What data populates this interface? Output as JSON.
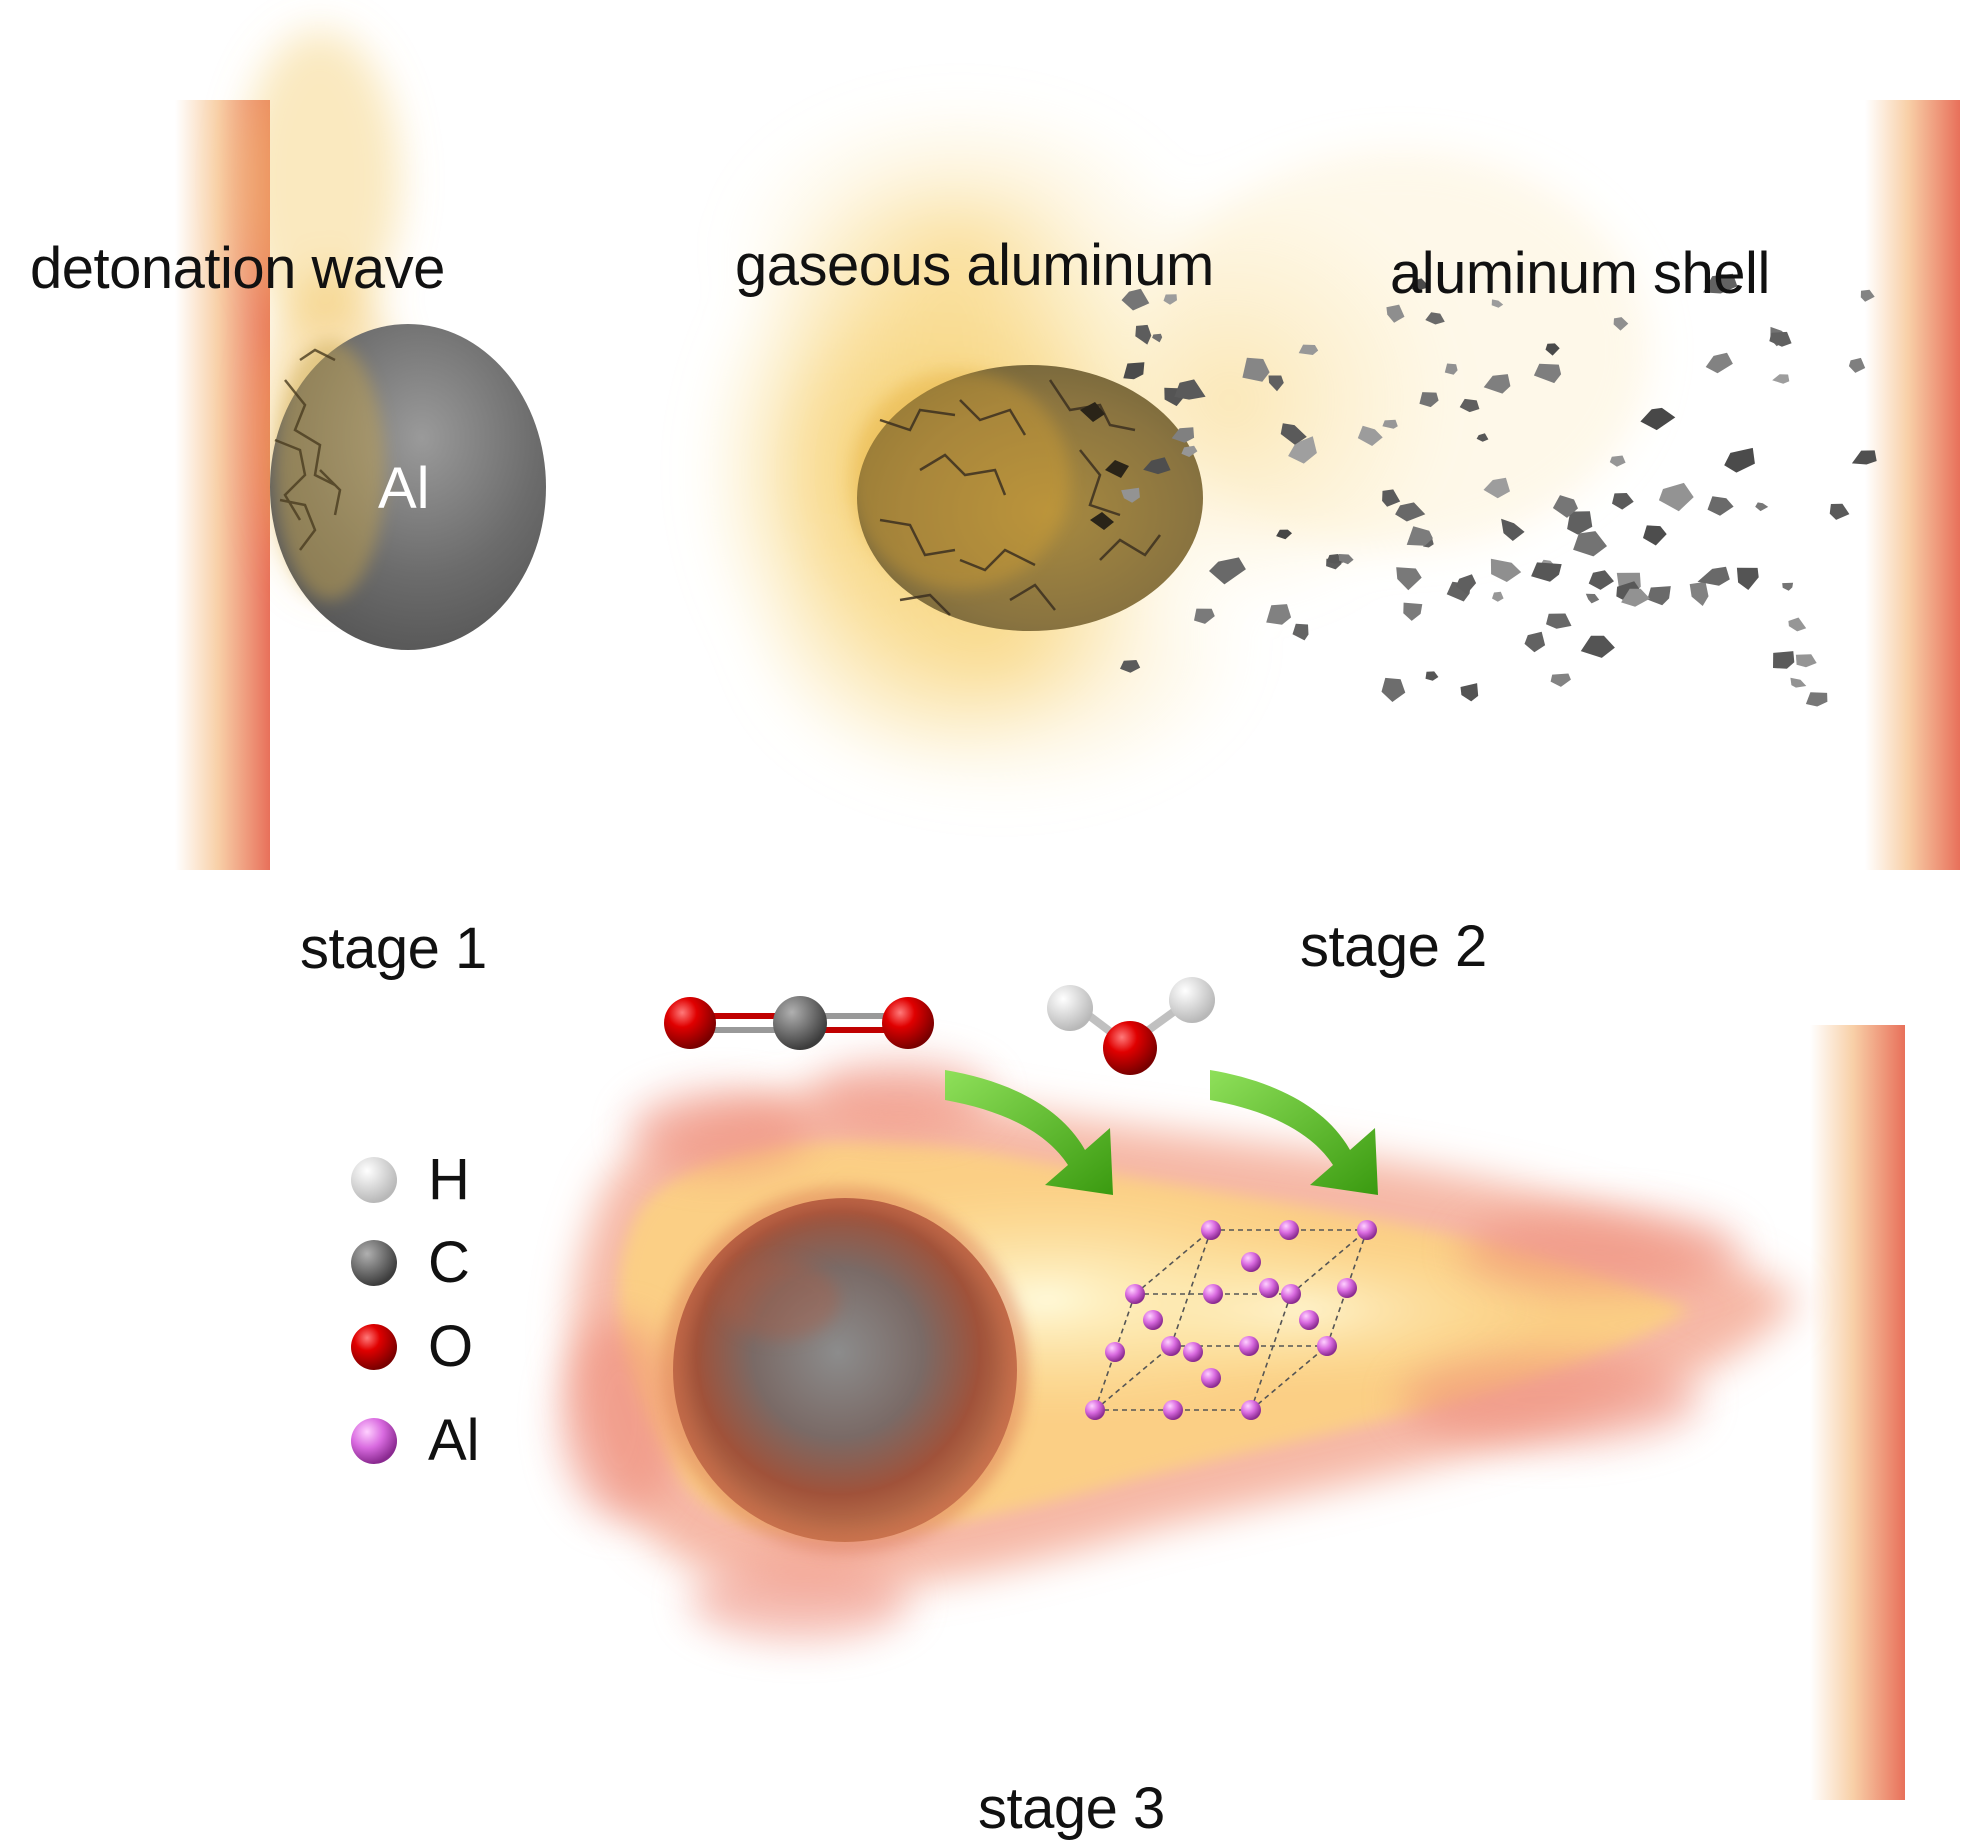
{
  "labels": {
    "detonation_wave": "detonation wave",
    "gaseous_aluminum": "gaseous aluminum",
    "aluminum_shell": "aluminum shell",
    "particle_al": "Al",
    "stage1": "stage 1",
    "stage2": "stage 2",
    "stage3": "stage 3"
  },
  "legend": [
    {
      "symbol": "H",
      "color": "#f2f2f2"
    },
    {
      "symbol": "C",
      "color": "#666666"
    },
    {
      "symbol": "O",
      "color": "#d40000"
    },
    {
      "symbol": "Al",
      "color": "#d96be0"
    }
  ],
  "colors": {
    "wall": "#e8735a",
    "aluminum_gray": "#6e6e6e",
    "gaseous_yellow": "#f2c040",
    "flame_orange": "#f08060",
    "flame_core": "#fff2b0",
    "arrow_green": "#4caf1a"
  }
}
